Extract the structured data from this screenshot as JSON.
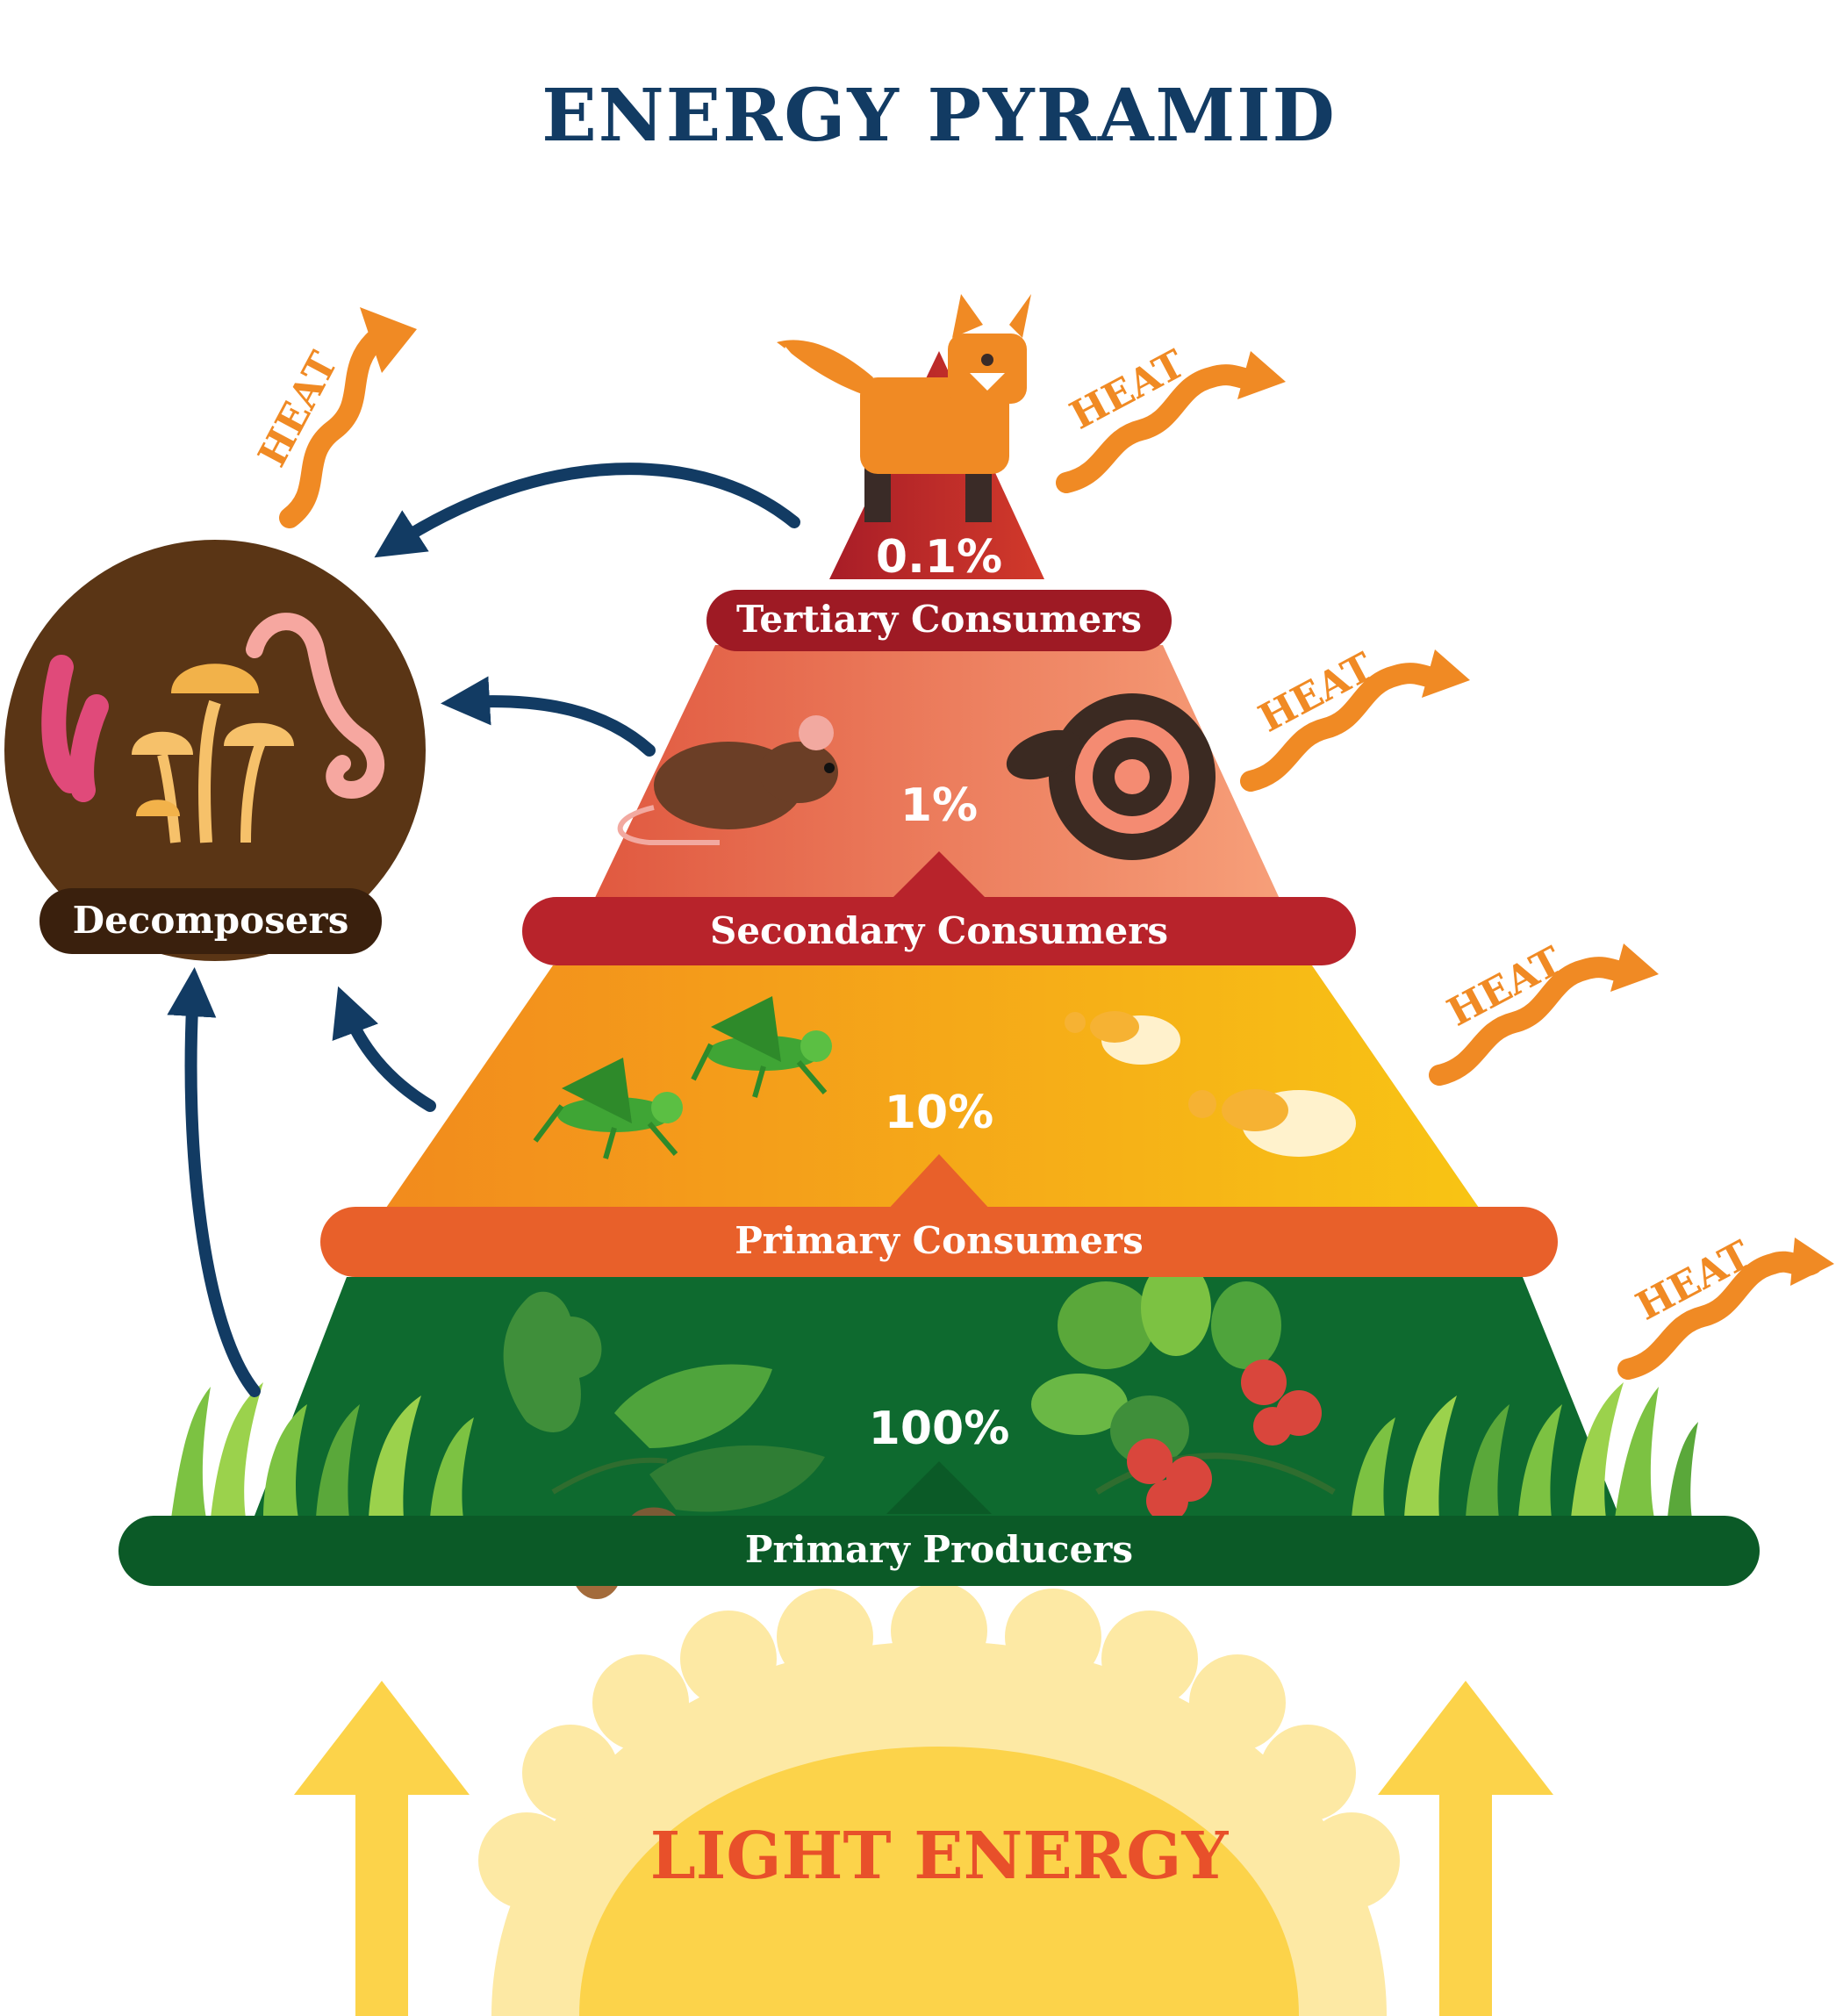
{
  "title": "ENERGY PYRAMID",
  "levels": [
    {
      "id": "tertiary",
      "label": "Tertiary Consumers",
      "percent": "0.1%"
    },
    {
      "id": "secondary",
      "label": "Secondary Consumers",
      "percent": "1%"
    },
    {
      "id": "primary",
      "label": "Primary Consumers",
      "percent": "10%"
    },
    {
      "id": "producers",
      "label": "Primary Producers",
      "percent": "100%"
    }
  ],
  "decomposers": {
    "label": "Decomposers"
  },
  "heat_label": "HEAT",
  "light_label": "LIGHT ENERGY",
  "colors": {
    "title": "#123b63",
    "tertiary": "#b8232b",
    "secondary": "#e8704f",
    "primary": "#f39a1c",
    "producers": "#0e6a2f",
    "heat": "#f08a24",
    "arrow": "#123b63",
    "sun": "#fdd65a"
  },
  "icons": [
    "fox-icon",
    "mouse-icon",
    "snake-icon",
    "grasshopper-icon",
    "moth-icon",
    "oak-leaf-icon",
    "berry-icon",
    "acorn-icon",
    "mushroom-icon",
    "worm-icon",
    "grass-icon",
    "sun-icon"
  ]
}
